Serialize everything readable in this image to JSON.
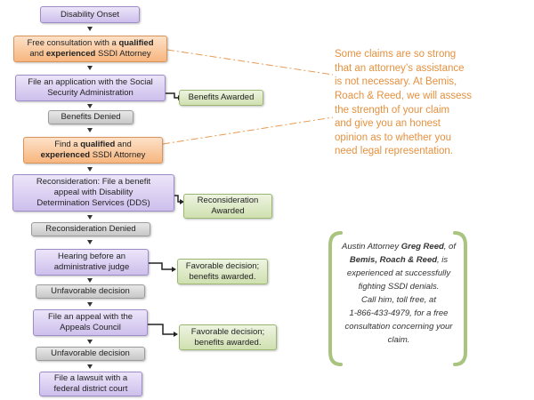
{
  "flow": {
    "onset": [
      "Disability Onset"
    ],
    "free_consult": {
      "line1": [
        "Free consultation with a ",
        "qualified"
      ],
      "line2": [
        "and ",
        "experienced",
        " SSDI Attorney"
      ]
    },
    "file_app": [
      "File an application with the Social",
      "Security Administration"
    ],
    "benefits_awarded": [
      "Benefits Awarded"
    ],
    "benefits_denied": [
      "Benefits Denied"
    ],
    "find_attorney": {
      "line1": [
        "Find a ",
        "qualified",
        " and"
      ],
      "line2": [
        "experienced",
        " SSDI Attorney"
      ]
    },
    "reconsideration": [
      "Reconsideration: File a benefit",
      "appeal with Disability",
      "Determination Services (DDS)"
    ],
    "reconsideration_awarded": [
      "Reconsideration",
      "Awarded"
    ],
    "reconsideration_denied": [
      "Reconsideration Denied"
    ],
    "hearing": [
      "Hearing before an",
      "administrative judge"
    ],
    "favorable_1": [
      "Favorable decision;",
      "benefits awarded."
    ],
    "unfavorable_1": [
      "Unfavorable decision"
    ],
    "appeals_council": [
      "File an appeal with the",
      "Appeals Council"
    ],
    "favorable_2": [
      "Favorable decision;",
      "benefits awarded."
    ],
    "unfavorable_2": [
      "Unfavorable decision"
    ],
    "lawsuit": [
      "File a lawsuit with a",
      "federal district court"
    ]
  },
  "note": {
    "lines": [
      "Some claims are so strong",
      "that an attorney’s assistance",
      "is not necessary.  At Bemis,",
      "Roach & Reed, we will assess",
      "the strength of your claim",
      "and give you an honest",
      "opinion as to whether  you",
      "need legal representation."
    ]
  },
  "quote": {
    "l1_pre": "Austin Attorney ",
    "l1_bold": "Greg Reed",
    "l1_post": ", of",
    "l2_bold": "Bemis, Roach & Reed",
    "l2_post": ", is",
    "l3": "experienced at successfully",
    "l4": "fighting SSDI denials.",
    "l5": "Call him, toll free, at",
    "l6": "1-866-433-4979, for a free",
    "l7": "consultation concerning your",
    "l8": "claim."
  },
  "colors": {
    "purple": "#cdbfec",
    "gray": "#c7c7c7",
    "orange": "#f7b67f",
    "green": "#cfe0b0",
    "note_text": "#e5913f",
    "bracket": "#a9c47f",
    "dash_line": "#e89a52"
  }
}
